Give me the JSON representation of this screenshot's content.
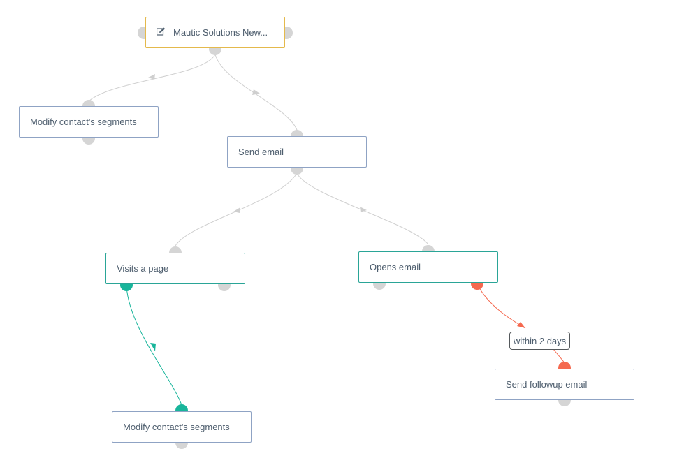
{
  "colors": {
    "connector_default": "#d0d0d0",
    "connector_yes": "#18b59b",
    "connector_no": "#f5694f",
    "anchor_default": "#d5d5d5",
    "source_border": "#e4b94c",
    "action_border": "#8fa3c4",
    "decision_border": "#2aa597"
  },
  "nodes": {
    "source": {
      "label": "Mautic Solutions New...",
      "icon": "edit-form-icon"
    },
    "modify_segments_top": {
      "label": "Modify contact's segments"
    },
    "send_email": {
      "label": "Send email"
    },
    "visits_page": {
      "label": "Visits a page"
    },
    "opens_email": {
      "label": "Opens email"
    },
    "send_followup": {
      "label": "Send followup email"
    },
    "modify_segments_bottom": {
      "label": "Modify contact's segments"
    }
  },
  "connections": {
    "delay_label": "within 2 days"
  }
}
